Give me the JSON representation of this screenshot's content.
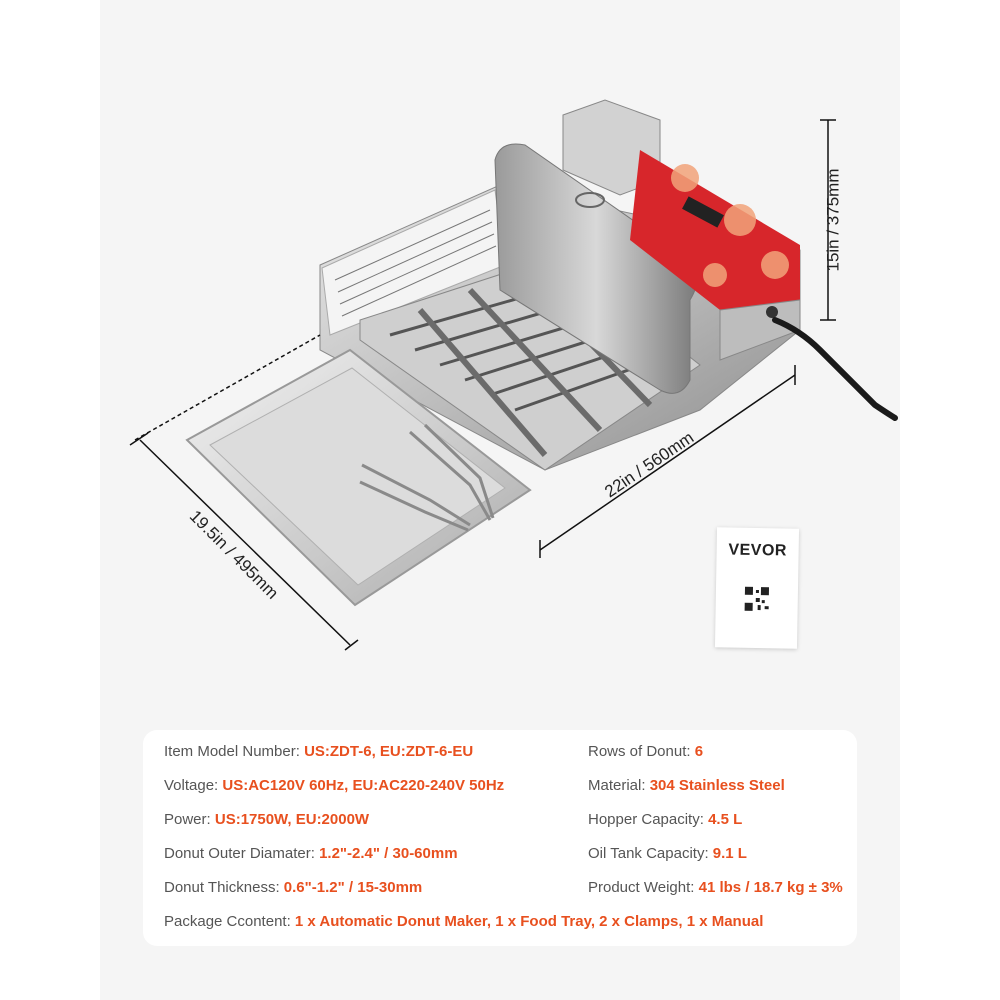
{
  "dimensions": {
    "height": "15in / 375mm",
    "width": "22in / 560mm",
    "depth": "19.5in / 495mm"
  },
  "manual": {
    "brand": "VEVOR"
  },
  "colors": {
    "accent": "#e8501f",
    "label": "#555555",
    "panel_red": "#d7262b"
  },
  "specs": {
    "model": {
      "label": "Item Model Number:",
      "value": "US:ZDT-6, EU:ZDT-6-EU"
    },
    "voltage": {
      "label": "Voltage:",
      "value": "US:AC120V 60Hz, EU:AC220-240V 50Hz"
    },
    "power": {
      "label": "Power:",
      "value": "US:1750W, EU:2000W"
    },
    "outer_diam": {
      "label": "Donut Outer Diamater:",
      "value": "1.2\"-2.4\" / 30-60mm"
    },
    "thickness": {
      "label": "Donut Thickness:",
      "value": "0.6\"-1.2\" / 15-30mm"
    },
    "rows": {
      "label": "Rows of Donut:",
      "value": "6"
    },
    "material": {
      "label": "Material:",
      "value": "304 Stainless Steel"
    },
    "hopper": {
      "label": "Hopper Capacity:",
      "value": "4.5 L"
    },
    "oil_tank": {
      "label": "Oil Tank Capacity:",
      "value": "9.1 L"
    },
    "weight": {
      "label": "Product Weight:",
      "value": "41 lbs / 18.7 kg ± 3%"
    },
    "package": {
      "label": "Package Ccontent:",
      "value": "1 x Automatic Donut Maker, 1 x Food Tray, 2 x Clamps, 1 x Manual"
    }
  }
}
